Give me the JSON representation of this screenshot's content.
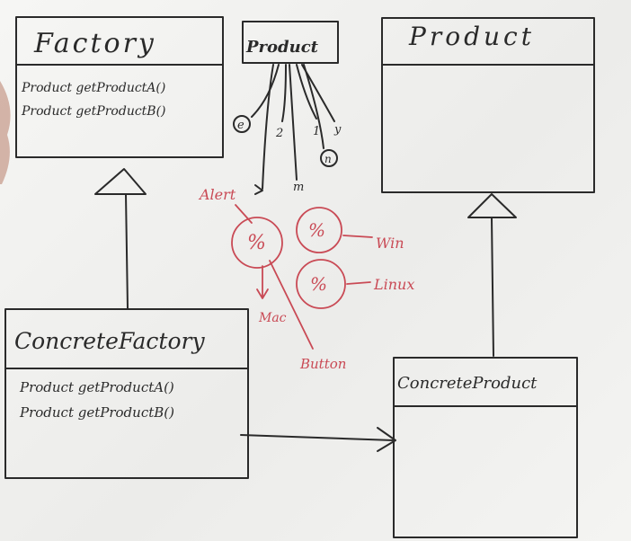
{
  "diagram": {
    "factory": {
      "title": "Factory",
      "methods": [
        "Product getProductA()",
        "Product getProductB()"
      ]
    },
    "product_note": {
      "title": "Product",
      "branches": [
        "e",
        "2",
        "1",
        "y",
        "n",
        "m"
      ]
    },
    "product": {
      "title": "Product"
    },
    "concrete_factory": {
      "title": "ConcreteFactory",
      "methods": [
        "Product getProductA()",
        "Product getProductB()"
      ]
    },
    "concrete_product": {
      "title": "ConcreteProduct"
    },
    "annotations": {
      "alert": "Alert",
      "win": "Win",
      "linux": "Linux",
      "mac": "Mac",
      "button": "Button",
      "circle_a_symbol": "%",
      "circle_b_symbol": "%",
      "circle_c_symbol": "%"
    }
  }
}
